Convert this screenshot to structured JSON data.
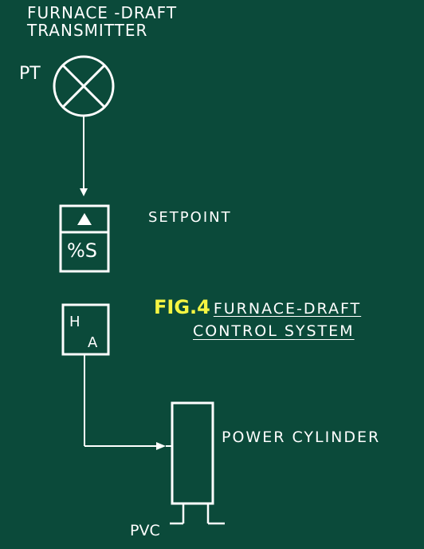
{
  "title": {
    "line1": "FURNACE -DRAFT",
    "line2": "TRANSMITTER"
  },
  "instrument": {
    "tag": "PT"
  },
  "setpoint_station": {
    "label": "SETPOINT",
    "display": "%S"
  },
  "hand_auto_station": {
    "hand": "H",
    "auto": "A"
  },
  "figure": {
    "number": "FIG.4",
    "caption_line1": "FURNACE-DRAFT",
    "caption_line2": "CONTROL SYSTEM"
  },
  "actuator": {
    "label": "POWER CYLINDER",
    "valve_label": "PVC"
  },
  "colors": {
    "background": "#0b4a3a",
    "line": "#ffffff",
    "figure_number": "#f5f542"
  }
}
